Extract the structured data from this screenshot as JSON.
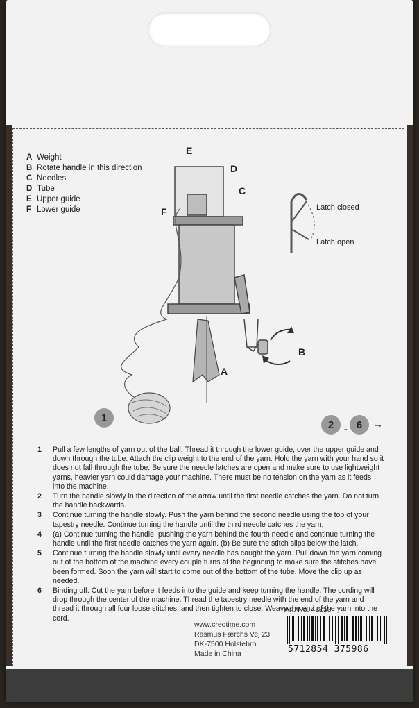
{
  "legend": [
    {
      "key": "A",
      "label": "Weight"
    },
    {
      "key": "B",
      "label": "Rotate handle in this direction"
    },
    {
      "key": "C",
      "label": "Needles"
    },
    {
      "key": "D",
      "label": "Tube"
    },
    {
      "key": "E",
      "label": "Upper guide"
    },
    {
      "key": "F",
      "label": "Lower guide"
    }
  ],
  "diagram_labels": {
    "A": "A",
    "B": "B",
    "C": "C",
    "D": "D",
    "E": "E",
    "F": "F"
  },
  "latch": {
    "closed": "Latch closed",
    "open": "Latch open"
  },
  "steps_badge": {
    "first": "1",
    "range_start": "2",
    "range_end": "6",
    "sep": "-"
  },
  "instructions": [
    {
      "n": "1",
      "text": "Pull a few lengths of yarn out of the ball. Thread it through the lower guide, over the upper guide and down through the tube. Attach the clip weight to the end of the yarn. Hold the yarn with your hand so it does not fall through the tube. Be sure the needle latches are open and make sure to use lightweight yarns, heavier yarn could damage your machine. There must be no tension on the yarn as it feeds into the machine."
    },
    {
      "n": "2",
      "text": "Turn the handle slowly in the direction of the arrow until the first needle catches the yarn. Do not turn the handle backwards."
    },
    {
      "n": "3",
      "text": "Continue turning the handle slowly. Push the yarn behind the second needle using the top of your tapestry needle. Continue turning the handle until the third needle catches the yarn."
    },
    {
      "n": "4",
      "text": "(a) Continue turning the handle, pushing the yarn behind the fourth needle and continue turning the handle until the first needle catches the yarn again. (b) Be sure the stitch slips below the latch."
    },
    {
      "n": "5",
      "text": "Continue turning the handle slowly until every needle has caught the yarn. Pull down the yarn coming out of the bottom of the machine every couple turns at the beginning to make sure the stitches have been formed. Soon the yarn will start to come out of the bottom of the tube. Move the clip up as needed."
    },
    {
      "n": "6",
      "text": "Binding off: Cut the yarn before it feeds into the guide and keep turning the handle. The cording will drop through the center of the machine. Thread the tapestry needle with the end of the yarn and thread it through all four loose stitches, and then tighten to close. Weave the end of the yarn into the cord."
    }
  ],
  "address": [
    "www.creotime.com",
    "Rasmus Færchs Vej 23",
    "DK-7500 Holstebro",
    "Made in China"
  ],
  "article_no": "Art. No. 42259",
  "barcode": "5712854 375986"
}
